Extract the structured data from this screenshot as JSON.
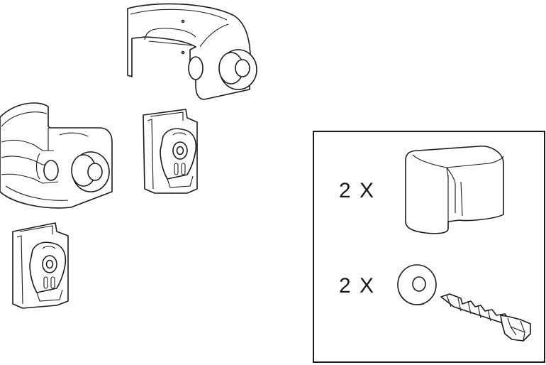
{
  "kit_box": {
    "rows": [
      {
        "quantity_label": "2 X",
        "part": "end-cap-bracket"
      },
      {
        "quantity_label": "2 X",
        "part": "washer-and-lag-screw"
      }
    ]
  },
  "colors": {
    "line": "#1a1a1a",
    "background": "#ffffff"
  }
}
